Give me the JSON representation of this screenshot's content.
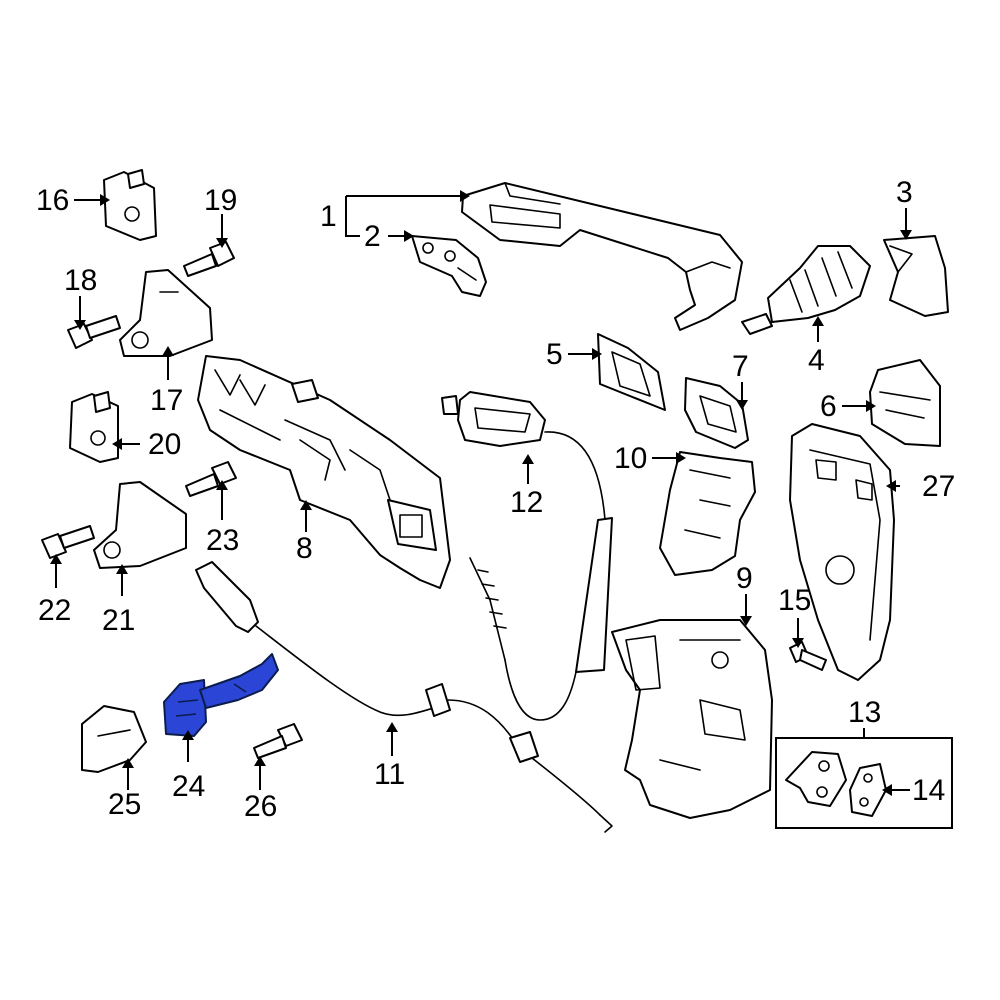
{
  "callouts": {
    "c1": "1",
    "c2": "2",
    "c3": "3",
    "c4": "4",
    "c5": "5",
    "c6": "6",
    "c7": "7",
    "c8": "8",
    "c9": "9",
    "c10": "10",
    "c11": "11",
    "c12": "12",
    "c13": "13",
    "c14": "14",
    "c15": "15",
    "c16": "16",
    "c17": "17",
    "c18": "18",
    "c19": "19",
    "c20": "20",
    "c21": "21",
    "c22": "22",
    "c23": "23",
    "c24": "24",
    "c25": "25",
    "c26": "26",
    "c27": "27"
  },
  "colors": {
    "line": "#000000",
    "background": "#ffffff",
    "highlight": "#2b45d6"
  },
  "highlighted_part": "24"
}
